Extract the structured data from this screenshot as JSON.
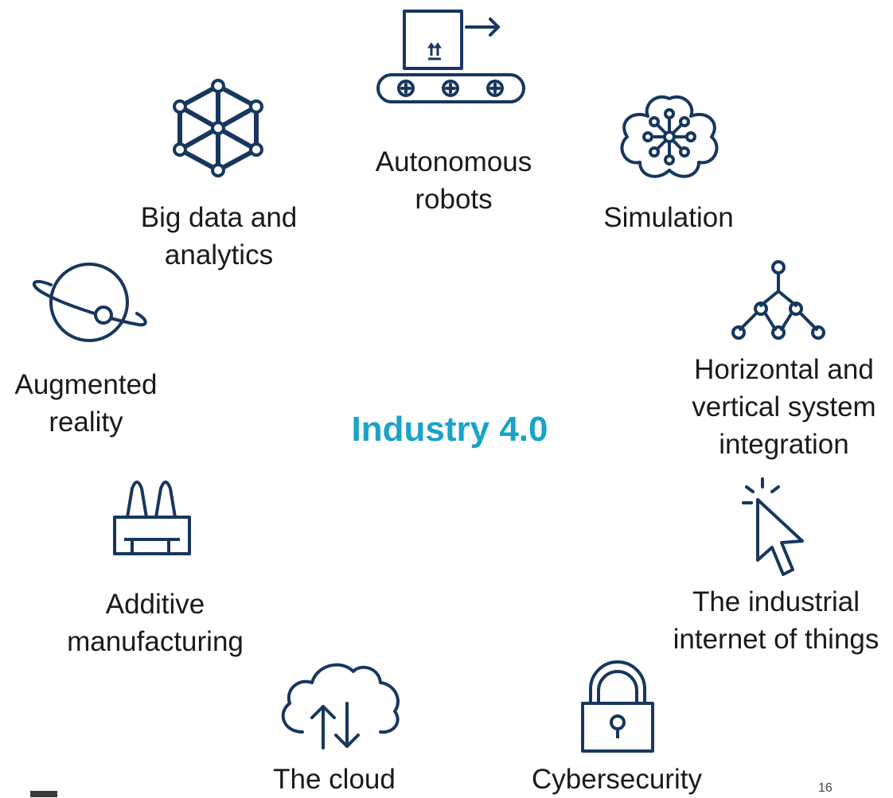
{
  "center_title": "Industry 4.0",
  "items": [
    {
      "icon": "conveyor-robot-icon",
      "lines": [
        "Autonomous",
        "robots"
      ]
    },
    {
      "icon": "simulation-flower-icon",
      "lines": [
        "Simulation"
      ]
    },
    {
      "icon": "hierarchy-tree-icon",
      "lines": [
        "Horizontal and",
        "vertical system",
        "integration"
      ]
    },
    {
      "icon": "cursor-click-icon",
      "lines": [
        "The industrial",
        "internet of things"
      ]
    },
    {
      "icon": "padlock-icon",
      "lines": [
        "Cybersecurity"
      ]
    },
    {
      "icon": "cloud-sync-icon",
      "lines": [
        "The cloud"
      ]
    },
    {
      "icon": "factory-icon",
      "lines": [
        "Additive",
        "manufacturing"
      ]
    },
    {
      "icon": "planet-orbit-icon",
      "lines": [
        "Augmented",
        "reality"
      ]
    },
    {
      "icon": "network-cube-icon",
      "lines": [
        "Big data and",
        "analytics"
      ]
    }
  ],
  "page_number": "16",
  "colors": {
    "icon_stroke": "#17375e",
    "title": "#1aa3c8",
    "text": "#1a1a1a"
  }
}
